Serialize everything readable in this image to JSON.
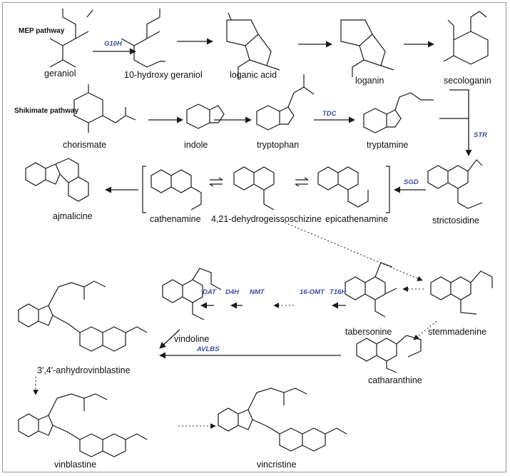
{
  "pathways": {
    "mep": "MEP pathway",
    "shikimate": "Shikimate pathway"
  },
  "molecules": {
    "geraniol": "geraniol",
    "hydroxy_geraniol": "10-hydroxy geraniol",
    "loganic_acid": "loganic acid",
    "loganin": "loganin",
    "secologanin": "secologanin",
    "chorismate": "chorismate",
    "indole": "indole",
    "tryptophan": "tryptophan",
    "tryptamine": "tryptamine",
    "ajmalicine": "ajmalicine",
    "cathenamine": "cathenamine",
    "dehydrogeissoschizine": "4,21-dehydrogeissoschizine",
    "epicathenamine": "epicathenamine",
    "strictosidine": "strictosidine",
    "vindoline": "vindoline",
    "tabersonine": "tabersonine",
    "stemmadenine": "stemmadenine",
    "anhydrovinblastine": "3',4'-anhydrovinblastine",
    "catharanthine": "catharanthine",
    "vinblastine": "vinblastine",
    "vincristine": "vincristine"
  },
  "enzymes": {
    "g10h": "G10H",
    "tdc": "TDC",
    "str": "STR",
    "sgd": "SGD",
    "dat": "DAT",
    "d4h": "D4H",
    "nmt": "NMT",
    "omt": "16-OMT",
    "t16h": "T16H",
    "avlbs": "AVLBS"
  },
  "colors": {
    "enzyme_text": "#3b4fa0",
    "frame_border": "#9a9a9a"
  }
}
